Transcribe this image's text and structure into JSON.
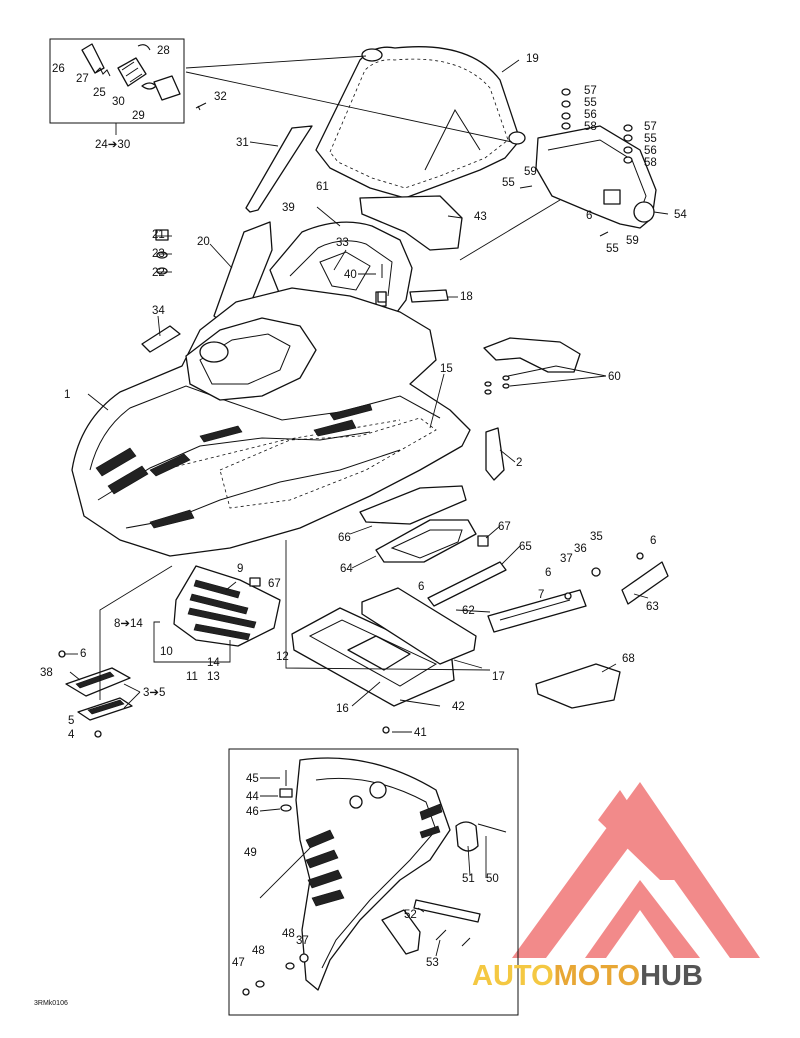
{
  "drawing_code": "3RMk0106",
  "watermark": {
    "part_a": "AUTO",
    "part_b": "MOTO",
    "part_c": "HUB",
    "color_a": "#f4c842",
    "color_b": "#e8a735",
    "color_c": "#555555",
    "logo_color": "#f07676"
  },
  "callouts": [
    {
      "id": "c1",
      "label": "1"
    },
    {
      "id": "c2",
      "label": "2"
    },
    {
      "id": "c3to5",
      "label": "3➔5"
    },
    {
      "id": "c4",
      "label": "4"
    },
    {
      "id": "c5",
      "label": "5"
    },
    {
      "id": "c6a",
      "label": "6"
    },
    {
      "id": "c6b",
      "label": "6"
    },
    {
      "id": "c6c",
      "label": "6"
    },
    {
      "id": "c6d",
      "label": "6"
    },
    {
      "id": "c6e",
      "label": "6"
    },
    {
      "id": "c7",
      "label": "7"
    },
    {
      "id": "c8to14",
      "label": "8➔14"
    },
    {
      "id": "c9",
      "label": "9"
    },
    {
      "id": "c10",
      "label": "10"
    },
    {
      "id": "c11",
      "label": "11"
    },
    {
      "id": "c12",
      "label": "12"
    },
    {
      "id": "c13",
      "label": "13"
    },
    {
      "id": "c14",
      "label": "14"
    },
    {
      "id": "c15",
      "label": "15"
    },
    {
      "id": "c16",
      "label": "16"
    },
    {
      "id": "c17",
      "label": "17"
    },
    {
      "id": "c18",
      "label": "18"
    },
    {
      "id": "c19",
      "label": "19"
    },
    {
      "id": "c20",
      "label": "20"
    },
    {
      "id": "c21",
      "label": "21"
    },
    {
      "id": "c22",
      "label": "22"
    },
    {
      "id": "c23",
      "label": "23"
    },
    {
      "id": "c24to30",
      "label": "24➔30"
    },
    {
      "id": "c25",
      "label": "25"
    },
    {
      "id": "c26",
      "label": "26"
    },
    {
      "id": "c27",
      "label": "27"
    },
    {
      "id": "c28",
      "label": "28"
    },
    {
      "id": "c29",
      "label": "29"
    },
    {
      "id": "c30",
      "label": "30"
    },
    {
      "id": "c31",
      "label": "31"
    },
    {
      "id": "c32",
      "label": "32"
    },
    {
      "id": "c33",
      "label": "33"
    },
    {
      "id": "c34",
      "label": "34"
    },
    {
      "id": "c35",
      "label": "35"
    },
    {
      "id": "c36",
      "label": "36"
    },
    {
      "id": "c37a",
      "label": "37"
    },
    {
      "id": "c37b",
      "label": "37"
    },
    {
      "id": "c38",
      "label": "38"
    },
    {
      "id": "c39",
      "label": "39"
    },
    {
      "id": "c40",
      "label": "40"
    },
    {
      "id": "c41",
      "label": "41"
    },
    {
      "id": "c42",
      "label": "42"
    },
    {
      "id": "c43",
      "label": "43"
    },
    {
      "id": "c44",
      "label": "44"
    },
    {
      "id": "c45",
      "label": "45"
    },
    {
      "id": "c46",
      "label": "46"
    },
    {
      "id": "c47",
      "label": "47"
    },
    {
      "id": "c48a",
      "label": "48"
    },
    {
      "id": "c48b",
      "label": "48"
    },
    {
      "id": "c49",
      "label": "49"
    },
    {
      "id": "c50",
      "label": "50"
    },
    {
      "id": "c51",
      "label": "51"
    },
    {
      "id": "c52",
      "label": "52"
    },
    {
      "id": "c53",
      "label": "53"
    },
    {
      "id": "c54",
      "label": "54"
    },
    {
      "id": "c55a",
      "label": "55"
    },
    {
      "id": "c55b",
      "label": "55"
    },
    {
      "id": "c55c",
      "label": "55"
    },
    {
      "id": "c55d",
      "label": "55"
    },
    {
      "id": "c56a",
      "label": "56"
    },
    {
      "id": "c56b",
      "label": "56"
    },
    {
      "id": "c57a",
      "label": "57"
    },
    {
      "id": "c57b",
      "label": "57"
    },
    {
      "id": "c58a",
      "label": "58"
    },
    {
      "id": "c58b",
      "label": "58"
    },
    {
      "id": "c59a",
      "label": "59"
    },
    {
      "id": "c59b",
      "label": "59"
    },
    {
      "id": "c60",
      "label": "60"
    },
    {
      "id": "c61",
      "label": "61"
    },
    {
      "id": "c62",
      "label": "62"
    },
    {
      "id": "c63",
      "label": "63"
    },
    {
      "id": "c64",
      "label": "64"
    },
    {
      "id": "c65",
      "label": "65"
    },
    {
      "id": "c66",
      "label": "66"
    },
    {
      "id": "c67a",
      "label": "67"
    },
    {
      "id": "c67b",
      "label": "67"
    },
    {
      "id": "c68",
      "label": "68"
    }
  ]
}
